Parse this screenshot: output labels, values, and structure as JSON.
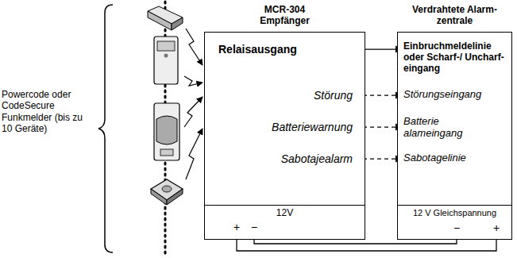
{
  "diagram": {
    "nodes": [
      {
        "text": [
          "MCR-304 Empfänger"
        ]
      },
      {
        "text": [
          "Relaisausgang"
        ],
        "in": 0
      },
      {
        "text": [
          "Störung"
        ],
        "in": 0
      },
      {
        "text": [
          "Batteriewarnung"
        ],
        "in": 0
      },
      {
        "text": [
          "Sabotajealarm"
        ],
        "in": 0
      },
      {
        "text": [
          "12V"
        ],
        "in": 0
      },
      {
        "text": [
          "+"
        ],
        "in": 5
      },
      {
        "text": [
          "−"
        ],
        "in": 5
      },
      {
        "text": [
          "Verdrahtete Alarm- zentrale"
        ]
      },
      {
        "text": [
          "Einbruchmeldelinie oder Scharf-/ Uncharf-eingang"
        ],
        "in": 8
      },
      {
        "text": [
          "Störungseingang"
        ],
        "in": 8
      },
      {
        "text": [
          "Batterie alameingang"
        ],
        "in": 8
      },
      {
        "text": [
          "Sabotagelinie"
        ],
        "in": 8
      },
      {
        "text": [
          "12 V Gleichspannung"
        ],
        "in": 8
      },
      {
        "text": [
          "−"
        ],
        "in": 13
      },
      {
        "text": [
          "+"
        ],
        "in": 13
      }
    ],
    "edges": [
      {
        "from": 1,
        "to": 9,
        "arrow": "to"
      },
      {
        "from": 2,
        "to": 10,
        "arrow": "to"
      },
      {
        "from": 3,
        "to": 11,
        "arrow": "to"
      },
      {
        "from": 4,
        "to": 12,
        "arrow": "to"
      },
      {
        "from": 6,
        "to": 15,
        "arrow": "none"
      },
      {
        "from": 7,
        "to": 14,
        "arrow": "none"
      }
    ],
    "labels": [
      "Powercode oder CodeSecure Funkmelder (bis zu 10 Geräte)"
    ]
  }
}
